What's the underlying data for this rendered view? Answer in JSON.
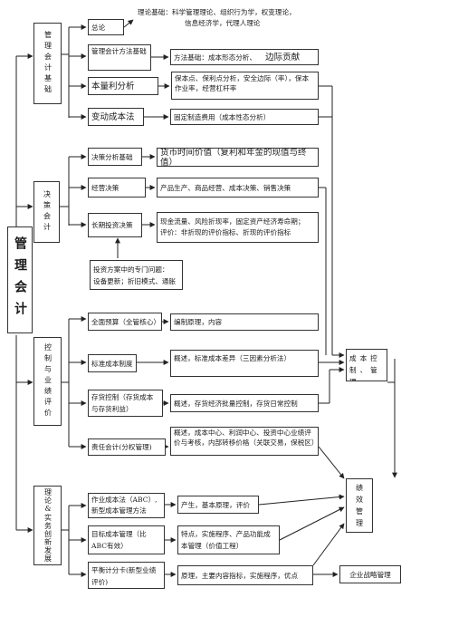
{
  "main_title": "管理会计",
  "sections": {
    "basic": "管理会计基础",
    "decision": "决策会计",
    "control": "控制与业绩评价",
    "innovation": "理论&实务创新发展"
  },
  "basic": {
    "intro": "总论",
    "intro_desc_line1": "理论基础：科学管理理论、组织行为学，权变理论，",
    "intro_desc_line2": "信息经济学，代理人理论",
    "methods": "管理会计方法基础",
    "methods_desc": "方法基础：成本形态分析、",
    "methods_desc2": "边际贡献",
    "cvp": "本量利分析",
    "cvp_desc": "保本点、保利点分析，安全边际（率），保本作业率，经营杠杆率",
    "variable": "变动成本法",
    "variable_desc": "固定制造费用（成本性态分析）"
  },
  "decision": {
    "analysis": "决策分析基础",
    "analysis_desc": "货币时间价值（复利和年金的现值与终值）",
    "operating": "经营决策",
    "operating_desc": "产品生产、商品经营、成本决策、销售决策",
    "investment": "长期投资决策",
    "investment_desc_line1": "现金流量、风险折现率，固定资产经济寿命期；",
    "investment_desc_line2": "评价：非折现的评价指标、折现的评价指标",
    "special_line1": "投资方案中的专门问题：",
    "special_line2": "设备更新；折旧模式、通胀"
  },
  "control": {
    "budget": "全面预算（全管核心）",
    "budget_desc": "编制原理，内容",
    "standard": "标准成本制度",
    "standard_desc": "概述，标准成本差异（三因素分析法）",
    "inventory": "存货控制（存货成本与存货利益）",
    "inventory_desc": "概述，存货经济批量控制，存货日常控制",
    "responsibility": "责任会计(分权管理)",
    "responsibility_desc": "概述，成本中心、利润中心、投资中心业绩评价与考核，内部转移价格（关联交易，保税区）",
    "cost_control": "成本控制、管理",
    "performance": "绩效管理"
  },
  "innovation": {
    "abc": "作业成本法（ABC）,新型成本管理方法",
    "abc_desc": "产生，基本原理，评价",
    "target": "目标成本管理（比ABC有效）",
    "target_desc": "特点，实施程序、产品功能成本管理（价值工程）",
    "bsc": "平衡计分卡(新型业绩评价)",
    "bsc_desc": "原理，主要内容指标，实施程序，优点",
    "strategic": "企业战略管理"
  }
}
